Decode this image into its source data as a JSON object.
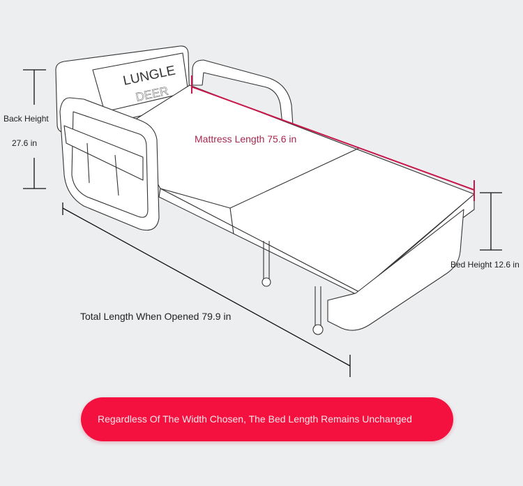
{
  "brand": {
    "line1": "LUNGLE",
    "line2": "DEER"
  },
  "dimensions": {
    "back_height_label": "Back Height",
    "back_height_value": "27.6 in",
    "mattress_length": "Mattress Length 75.6 in",
    "bed_height": "Bed Height 12.6 in",
    "total_length": "Total Length When Opened 79.9 in"
  },
  "banner": {
    "text": "Regardless Of The Width Chosen, The Bed Length Remains Unchanged"
  },
  "colors": {
    "background": "#eceef0",
    "accent": "#f4103f",
    "mattress_line": "#c8174a"
  }
}
